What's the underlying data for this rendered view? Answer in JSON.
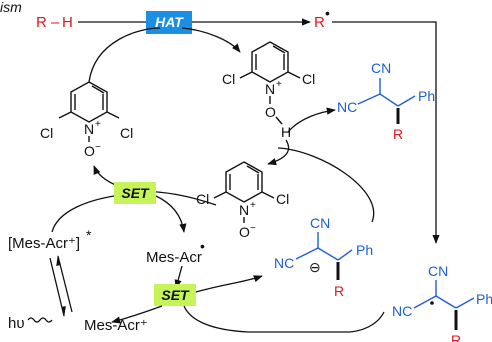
{
  "header_fragment": "ism",
  "reactant": {
    "r": "R",
    "dash": "–",
    "h": "H"
  },
  "radical_r": {
    "r": "R",
    "dot": "•"
  },
  "hat_label": "HAT",
  "set_label_top": "SET",
  "set_label_bottom": "SET",
  "lutidine_nh": {
    "cl_left": "Cl",
    "cl_right": "Cl",
    "n": "N",
    "plus": "+",
    "o": "O",
    "h": "H"
  },
  "n_oxide_left": {
    "cl_left": "Cl",
    "cl_right": "Cl",
    "n": "N",
    "plus": "+",
    "o": "O",
    "minus": "−"
  },
  "n_oxide_mid": {
    "cl_left": "Cl",
    "cl_right": "Cl",
    "n": "N",
    "plus": "+",
    "o": "O",
    "minus": "−"
  },
  "product_top": {
    "cn": "CN",
    "nc": "NC",
    "ph": "Ph",
    "r": "R"
  },
  "anion_mid": {
    "cn": "CN",
    "nc": "NC",
    "ph": "Ph",
    "r": "R",
    "charge": "⊖"
  },
  "radical_right": {
    "cn": "CN",
    "nc": "NC",
    "ph": "Ph",
    "r": "R"
  },
  "catalyst": {
    "excited": "[Mes-Acr⁺]",
    "excited_star": "*",
    "reduced": "Mes-Acr",
    "reduced_dot": "•",
    "ground": "Mes-Acr⁺",
    "hv": "hυ"
  },
  "colors": {
    "hat_box": "#1a8fe3",
    "set_box": "#c6f25a",
    "red": "#e8121b",
    "blue": "#1e5fd6"
  }
}
